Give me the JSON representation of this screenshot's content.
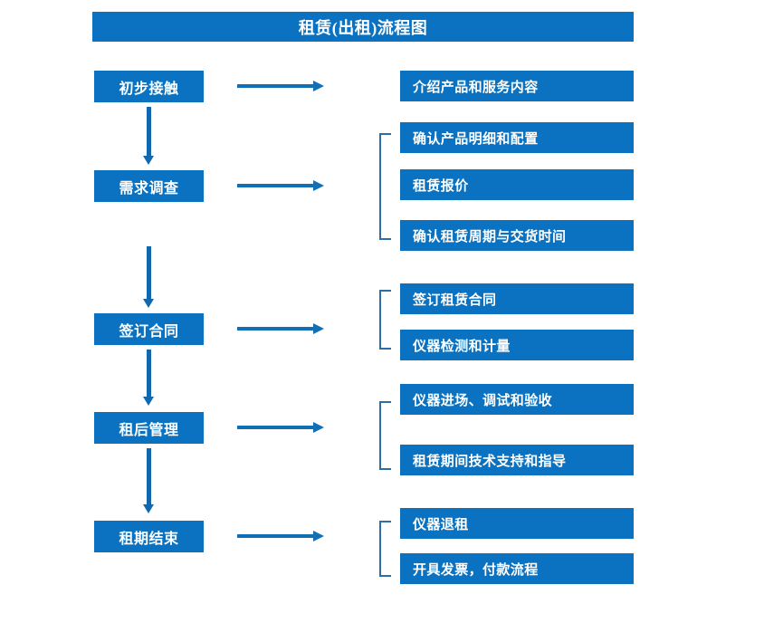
{
  "title": "租赁(出租)流程图",
  "stages": [
    {
      "label": "初步接触"
    },
    {
      "label": "需求调查"
    },
    {
      "label": "签订合同"
    },
    {
      "label": "租后管理"
    },
    {
      "label": "租期结束"
    }
  ],
  "details": [
    {
      "label": "介绍产品和服务内容"
    },
    {
      "label": "确认产品明细和配置"
    },
    {
      "label": "租赁报价"
    },
    {
      "label": "确认租赁周期与交货时间"
    },
    {
      "label": "签订租赁合同"
    },
    {
      "label": "仪器检测和计量"
    },
    {
      "label": "仪器进场、调试和验收"
    },
    {
      "label": "租赁期间技术支持和指导"
    },
    {
      "label": "仪器退租"
    },
    {
      "label": "开具发票，付款流程"
    }
  ],
  "colors": {
    "box_fill": "#0A72C0",
    "box_text": "#FFFFFF",
    "arrow": "#116FB6",
    "bracket": "#2E6DA8",
    "background": "#FFFFFF"
  },
  "chart_data": {
    "type": "diagram",
    "title": "租赁(出租)流程图",
    "orientation": "vertical-stages-with-horizontal-detail-groups",
    "stages": [
      {
        "stage": "初步接触",
        "details": [
          "介绍产品和服务内容"
        ],
        "bracketed": false
      },
      {
        "stage": "需求调查",
        "details": [
          "确认产品明细和配置",
          "租赁报价",
          "确认租赁周期与交货时间"
        ],
        "bracketed": true
      },
      {
        "stage": "签订合同",
        "details": [
          "签订租赁合同",
          "仪器检测和计量"
        ],
        "bracketed": true
      },
      {
        "stage": "租后管理",
        "details": [
          "仪器进场、调试和验收",
          "租赁期间技术支持和指导"
        ],
        "bracketed": true
      },
      {
        "stage": "租期结束",
        "details": [
          "仪器退租",
          "开具发票，付款流程"
        ],
        "bracketed": true
      }
    ],
    "flow_sequence": [
      "初步接触",
      "需求调查",
      "签订合同",
      "租后管理",
      "租期结束"
    ]
  }
}
